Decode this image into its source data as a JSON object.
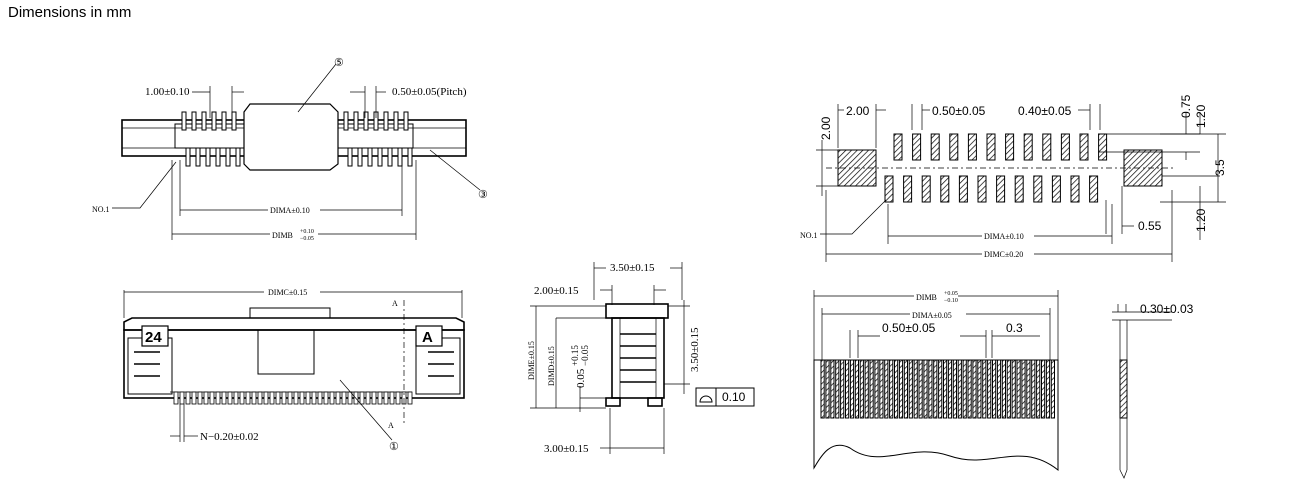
{
  "page": {
    "heading": "Dimensions in mm"
  },
  "top_view": {
    "dim_1_00": "1.00±0.10",
    "dim_pitch": "0.50±0.05(Pitch)",
    "callout_5": "⑤",
    "callout_3": "③",
    "no1": "NO.1",
    "dima": "DIMA±0.10",
    "dimb": "DIMB",
    "dimb_tol_plus": "+0.10",
    "dimb_tol_minus": "−0.05"
  },
  "front_view": {
    "dimc": "DIMC±0.15",
    "marker_a_top": "A",
    "marker_a_bottom": "A",
    "label_24": "24",
    "label_a": "A",
    "pin_width": "N−0.20±0.02",
    "callout_1": "①"
  },
  "side_view": {
    "dim_3_50_top": "3.50±0.15",
    "dim_2_00": "2.00±0.15",
    "dime": "DIME±0.15",
    "dimd": "DIMD±0.15",
    "dim_0_05": "0.05",
    "dim_0_05_plus": "+0.15",
    "dim_0_05_minus": "−0.05",
    "dim_3_50_right": "3.50±0.15",
    "dim_3_00": "3.00±0.15",
    "flatness_value": "0.10"
  },
  "pcb_layout": {
    "dim_2_00_left": "2.00",
    "dim_2_00_top": "2.00",
    "pitch": "0.50±0.05",
    "pad_width": "0.40±0.05",
    "dim_0_75": "0.75",
    "dim_1_20_top": "1.20",
    "dim_3_5": "3.5",
    "dim_1_20_bottom": "1.20",
    "dim_0_55": "0.55",
    "no1": "NO.1",
    "dima": "DIMA±0.10",
    "dimc": "DIMC±0.20"
  },
  "fpc_view": {
    "dimb": "DIMB",
    "dimb_tol_plus": "+0.05",
    "dimb_tol_minus": "−0.10",
    "dima": "DIMA±0.05",
    "pitch": "0.50±0.05",
    "dim_0_3": "0.3",
    "thickness": "0.30±0.03"
  }
}
